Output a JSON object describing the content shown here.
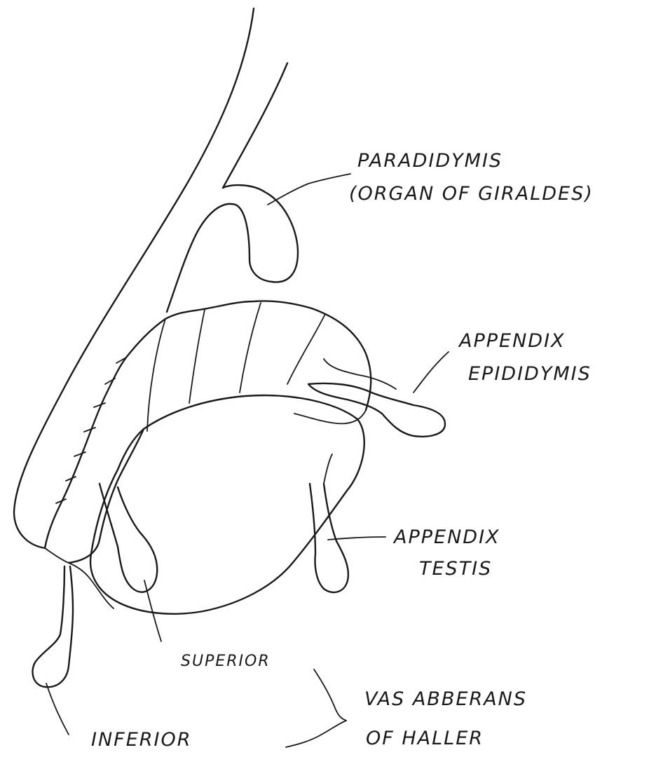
{
  "labels": {
    "paradidymis_line1": "PARADIDYMIS",
    "paradidymis_line2": "(ORGAN OF GIRALDES)",
    "appendix_epididymis_line1": "APPENDIX",
    "appendix_epididymis_line2": "EPIDIDYMIS",
    "appendix_testis_line1": "APPENDIX",
    "appendix_testis_line2": "TESTIS",
    "superior": "SUPERIOR",
    "inferior": "INFERIOR",
    "vas_aberrans_line1": "VAS ABBERANS",
    "vas_aberrans_line2": "OF HALLER"
  },
  "style": {
    "ink_color": "#1a1a1a",
    "paper_color": "#ffffff"
  }
}
